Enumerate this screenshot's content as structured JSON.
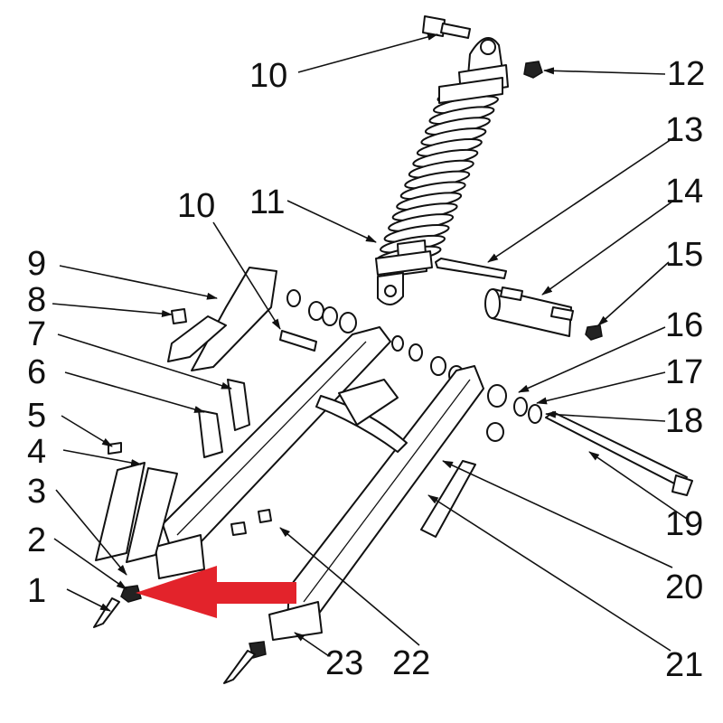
{
  "diagram": {
    "callouts": [
      "1",
      "2",
      "3",
      "4",
      "5",
      "6",
      "7",
      "8",
      "9",
      "10",
      "10",
      "11",
      "12",
      "13",
      "14",
      "15",
      "16",
      "17",
      "18",
      "19",
      "20",
      "21",
      "22",
      "23"
    ],
    "arrow_color": "#e3232b"
  }
}
